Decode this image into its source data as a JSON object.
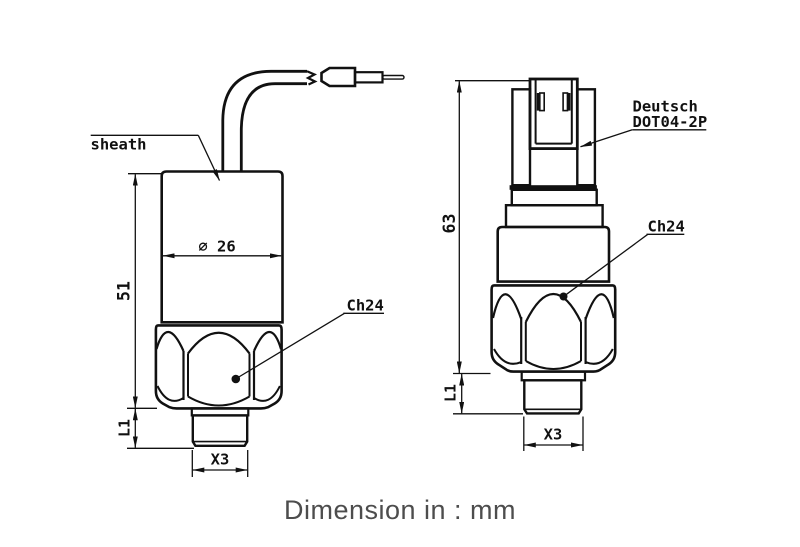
{
  "caption": "Dimension in : mm",
  "colors": {
    "line": "#111111",
    "caption": "#4d4d4d",
    "background": "#ffffff"
  },
  "views": {
    "left": {
      "sheath_label": "sheath",
      "wrench_label": "Ch24",
      "diameter_label": "∅ 26",
      "height_label": "51",
      "thread_length_label": "L1",
      "thread_label": "X3"
    },
    "right": {
      "connector_label_line1": "Deutsch",
      "connector_label_line2": "DOT04-2P",
      "wrench_label": "Ch24",
      "height_label": "63",
      "thread_length_label": "L1",
      "thread_label": "X3"
    }
  }
}
